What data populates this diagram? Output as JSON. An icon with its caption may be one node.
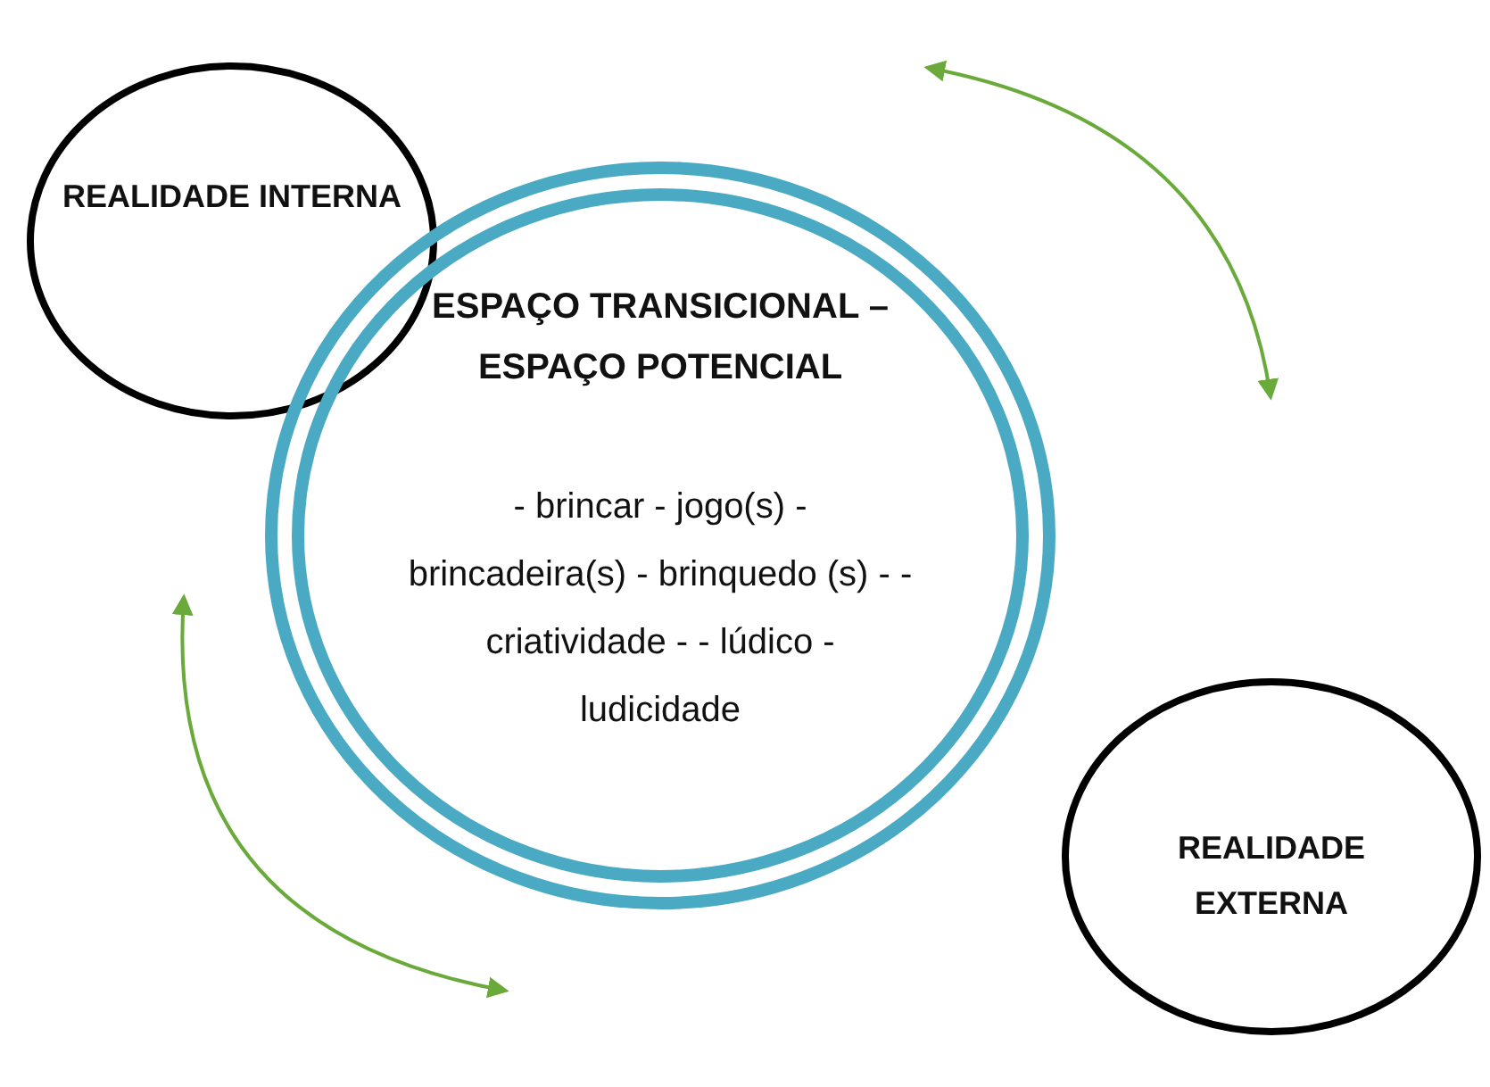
{
  "diagram": {
    "nodes": [
      {
        "text": [
          "REALIDADE INTERNA"
        ]
      },
      {
        "text": [
          "ESPAÇO TRANSICIONAL – ESPAÇO POTENCIAL",
          "- brincar - jogo(s) - brincadeira(s) - brinquedo (s) - -criatividade - - lúdico - ludicidade"
        ]
      },
      {
        "text": [
          "REALIDADE EXTERNA"
        ]
      }
    ]
  }
}
